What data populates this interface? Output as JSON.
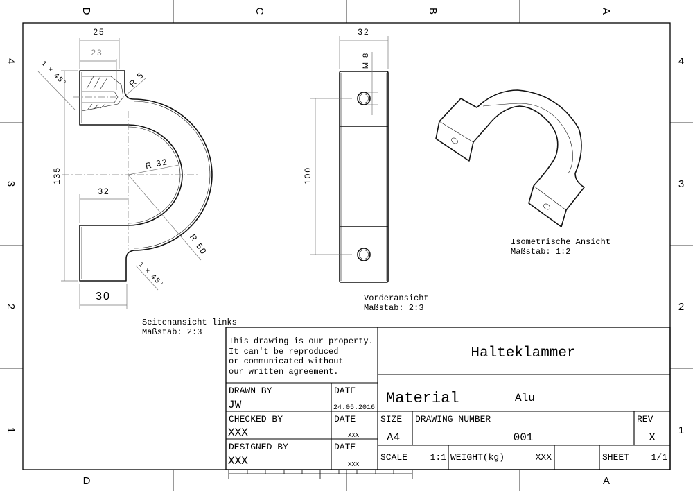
{
  "zones": {
    "columns": [
      "D",
      "C",
      "B",
      "A"
    ],
    "rows": [
      "4",
      "3",
      "2",
      "1"
    ]
  },
  "views": {
    "side": {
      "label": "Seitenansicht links",
      "scale": "Maßstab:  2:3",
      "dims": {
        "width_top": "25",
        "thread_depth": "23",
        "height": "135",
        "inner_offset": "32",
        "width_bottom": "30",
        "chamfer_top": "1 × 45°",
        "chamfer_bottom": "1 × 45°",
        "r_fillet": "R 5",
        "r_inner": "R 32",
        "r_outer": "R 50"
      }
    },
    "front": {
      "label": "Vorderansicht",
      "scale": "Maßstab:  2:3",
      "dims": {
        "width": "32",
        "thread": "M 8",
        "hole_distance": "100"
      }
    },
    "iso": {
      "label": "Isometrische Ansicht",
      "scale": "Maßstab:  1:2"
    }
  },
  "title_block": {
    "disclaimer": [
      "This drawing is our property.",
      "It can't be reproduced",
      "or communicated without",
      "our written agreement."
    ],
    "title": "Halteklammer",
    "material_label": "Material",
    "material_value": "Alu",
    "drawn_by_label": "DRAWN BY",
    "drawn_by": "JW",
    "date_label": "DATE",
    "drawn_date": "24.05.2016",
    "checked_by_label": "CHECKED BY",
    "checked_by": "XXX",
    "checked_date": "XXX",
    "designed_by_label": "DESIGNED BY",
    "designed_by": "XXX",
    "designed_date": "XXX",
    "size_label": "SIZE",
    "size": "A4",
    "drawing_number_label": "DRAWING NUMBER",
    "drawing_number": "001",
    "rev_label": "REV",
    "rev": "X",
    "scale_label": "SCALE",
    "scale": "1:1",
    "weight_label": "WEIGHT(kg)",
    "weight": "XXX",
    "sheet_label": "SHEET",
    "sheet": "1/1"
  }
}
